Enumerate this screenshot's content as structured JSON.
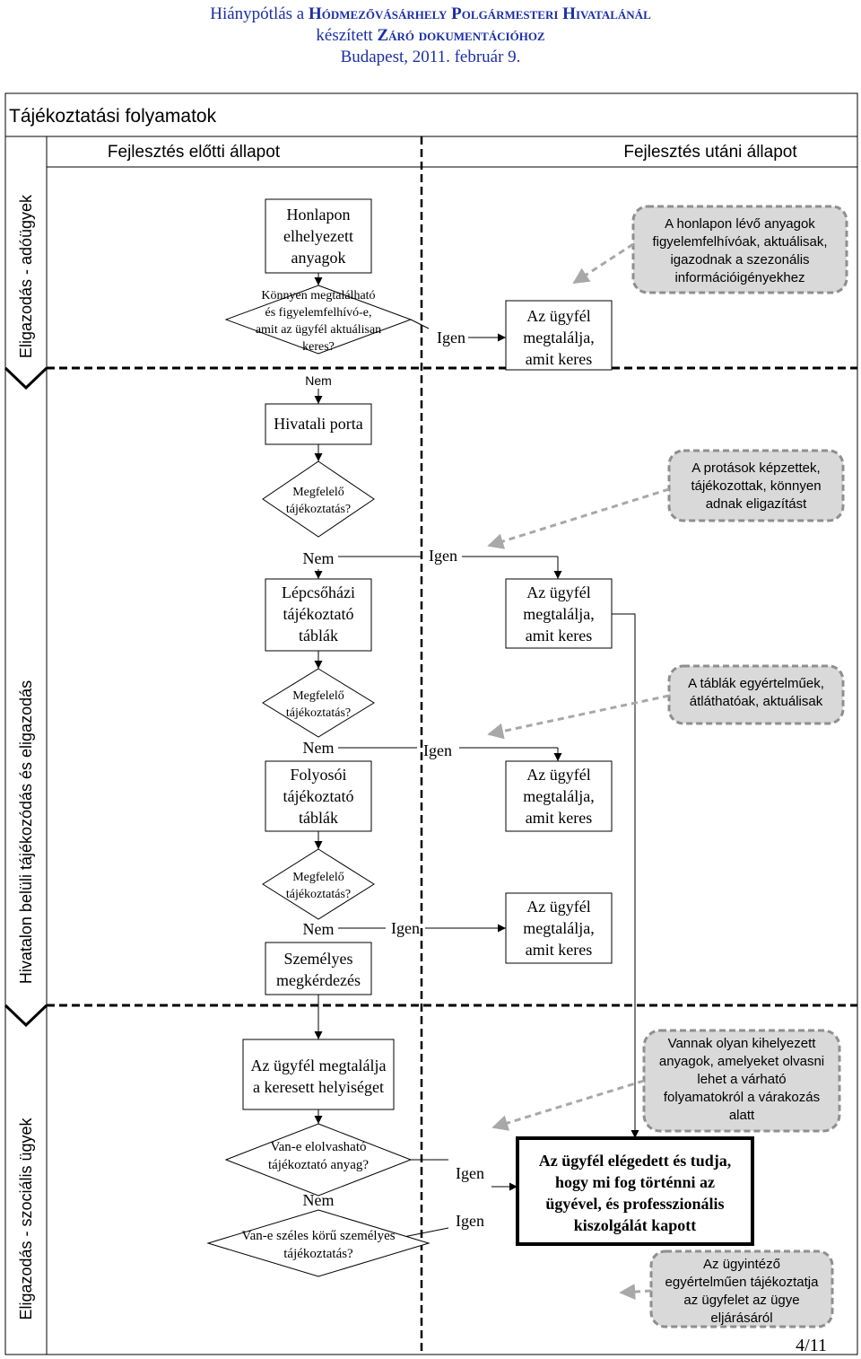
{
  "header": {
    "line1_prefix": "Hiánypótlás a ",
    "line1_org": "Hódmezővásárhely Polgármesteri Hivatalánál",
    "line2_prefix": "készített ",
    "line2_doc": "Záró dokumentációhoz",
    "line3": "Budapest, 2011. február 9."
  },
  "diagram": {
    "title": "Tájékoztatási folyamatok",
    "col_before": "Fejlesztés előtti állapot",
    "col_after": "Fejlesztés utáni állapot",
    "lanes": [
      "Eligazodás - adóügyek",
      "Hivatalon belüli tájékozódás és eligazodás",
      "Eligazodás - szociális ügyek"
    ],
    "nodes": {
      "honlap": [
        "Honlapon",
        "elhelyezett",
        "anyagok"
      ],
      "d1": [
        "Könnyen megtalálható",
        "és figyelemfelhívó-e,",
        "amit az ügyfél aktuálisan",
        "keres?"
      ],
      "found": [
        "Az ügyfél",
        "megtalálja,",
        "amit keres"
      ],
      "porta": [
        "Hivatali porta"
      ],
      "decision": [
        "Megfelelő",
        "tájékoztatás?"
      ],
      "lepcso": [
        "Lépcsőházi",
        "tájékoztató",
        "táblák"
      ],
      "folyoso": [
        "Folyosói",
        "tájékoztató",
        "táblák"
      ],
      "szemelyes": [
        "Személyes",
        "megkérdezés"
      ],
      "helyiseg": [
        "Az ügyfél megtalálja",
        "a keresett helyiséget"
      ],
      "d5": [
        "Van-e elolvasható",
        "tájékoztató anyag?"
      ],
      "d6": [
        "Van-e széles körű személyes",
        "tájékoztatás?"
      ],
      "final": [
        "Az ügyfél elégedett és tudja,",
        "hogy mi fog történni az",
        "ügyével, és professzionális",
        "kiszolgálát kapott"
      ]
    },
    "edge_labels": {
      "yes": "Igen",
      "no": "Nem"
    },
    "callouts": {
      "c1": [
        "A honlapon lévő anyagok",
        "figyelemfelhívóak, aktuálisak,",
        "igazodnak a szezonális",
        "információigényekhez"
      ],
      "c2": [
        "A protások képzettek,",
        "tájékozottak, könnyen",
        "adnak eligazítást"
      ],
      "c3": [
        "A táblák egyértelműek,",
        "átláthatóak, aktuálisak"
      ],
      "c4": [
        "Vannak olyan kihelyezett",
        "anyagok, amelyeket olvasni",
        "lehet a várható",
        "folyamatokról a várakozás",
        "alatt"
      ],
      "c5": [
        "Az ügyintéző",
        "egyértelműen tájékoztatja",
        "az ügyfelet az ügye",
        "eljárásáról"
      ]
    }
  },
  "page_number": "4/11"
}
